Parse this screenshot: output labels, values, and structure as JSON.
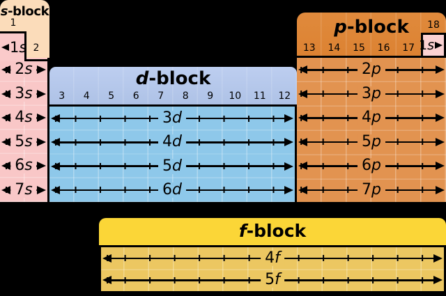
{
  "s_block": {
    "title": {
      "letter": "s",
      "suffix": "-block"
    },
    "group_labels": {
      "g1": "1",
      "g2": "2"
    },
    "orbital_1s": {
      "num": "1",
      "letter": "s"
    },
    "rows": [
      {
        "num": "2",
        "letter": "s"
      },
      {
        "num": "3",
        "letter": "s"
      },
      {
        "num": "4",
        "letter": "s"
      },
      {
        "num": "5",
        "letter": "s"
      },
      {
        "num": "6",
        "letter": "s"
      },
      {
        "num": "7",
        "letter": "s"
      }
    ],
    "colors": {
      "header": "#fbdcba",
      "body": "#f9c7c7",
      "box_1s": "#facaca"
    }
  },
  "d_block": {
    "title": {
      "letter": "d",
      "suffix": "-block"
    },
    "group_labels": [
      "3",
      "4",
      "5",
      "6",
      "7",
      "8",
      "9",
      "10",
      "11",
      "12"
    ],
    "rows": [
      {
        "num": "3",
        "letter": "d"
      },
      {
        "num": "4",
        "letter": "d"
      },
      {
        "num": "5",
        "letter": "d"
      },
      {
        "num": "6",
        "letter": "d"
      }
    ],
    "colors": {
      "header": "#b5c7e9",
      "body": "#8ec8ea"
    }
  },
  "p_block": {
    "title": {
      "letter": "p",
      "suffix": "-block"
    },
    "group_labels": [
      "13",
      "14",
      "15",
      "16",
      "17"
    ],
    "group18_label": "18",
    "helium_orbital": {
      "num": "1",
      "letter": "s"
    },
    "rows": [
      {
        "num": "2",
        "letter": "p"
      },
      {
        "num": "3",
        "letter": "p"
      },
      {
        "num": "4",
        "letter": "p"
      },
      {
        "num": "5",
        "letter": "p"
      },
      {
        "num": "6",
        "letter": "p"
      },
      {
        "num": "7",
        "letter": "p"
      }
    ],
    "colors": {
      "header": "#de8535",
      "body": "#e29350",
      "helium_box": "#fbd2d2"
    }
  },
  "f_block": {
    "title": {
      "letter": "f",
      "suffix": "-block"
    },
    "rows": [
      {
        "num": "4",
        "letter": "f"
      },
      {
        "num": "5",
        "letter": "f"
      }
    ],
    "colors": {
      "header": "#fbd637",
      "body": "#ecc761"
    }
  }
}
